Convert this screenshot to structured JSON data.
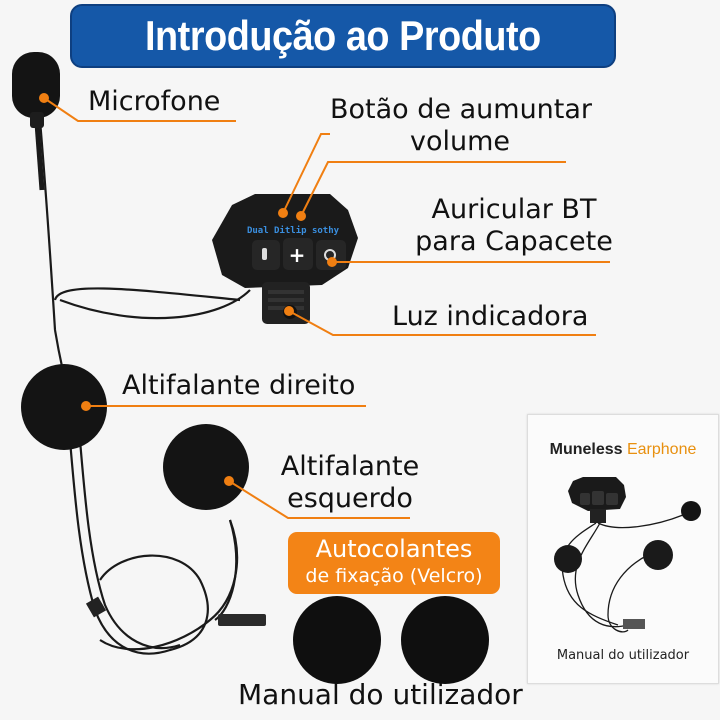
{
  "header": {
    "title": "Introdução ao Produto",
    "banner_color": "#1558a8"
  },
  "callouts": {
    "microphone": "Microfone",
    "volume_button_line1": "Botão de aumuntar",
    "volume_button_line2": "volume",
    "headset_line1": "Auricular BT",
    "headset_line2": "para Capacete",
    "indicator_light": "Luz indicadora",
    "right_speaker": "Altifalante direito",
    "left_speaker_line1": "Altifalante",
    "left_speaker_line2": "esquerdo"
  },
  "accessory_badge": {
    "line1": "Autocolantes",
    "line2": "de fixação (Velcro)",
    "color": "#f38416"
  },
  "device": {
    "top_text": "Dual Ditlip sothy",
    "buttons": [
      "mic-icon",
      "plus-icon",
      "power-icon"
    ],
    "plus_glyph": "+"
  },
  "manual_card": {
    "brand_part1": "Muneless",
    "brand_part2": "Earphone",
    "caption": "Manual do utilizador"
  },
  "bottom_caption": "Manual do utilizador",
  "accent_color": "#f07f12"
}
